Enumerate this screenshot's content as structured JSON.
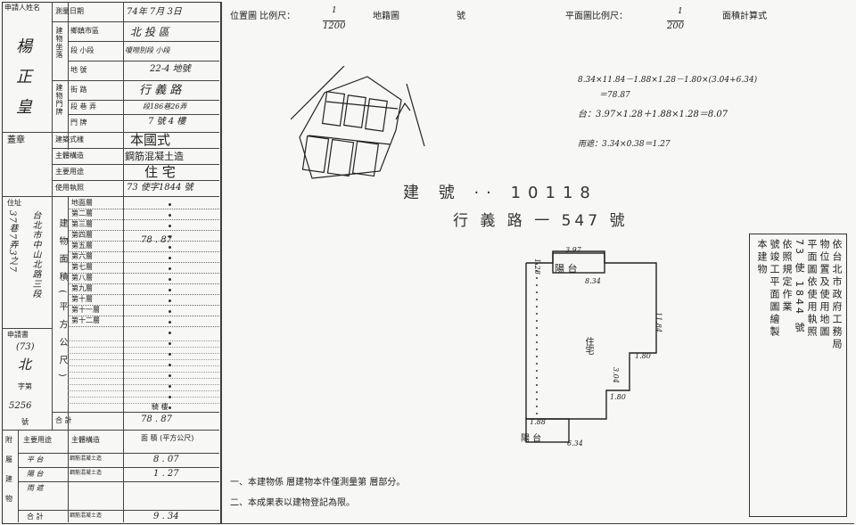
{
  "left_table": {
    "applicant": {
      "header": "申請人姓名",
      "name_chars": [
        "楊",
        "正",
        "皇"
      ],
      "seal_label": "蓋章"
    },
    "survey_date": {
      "label": "測量日期",
      "value": "74年 7月 3日"
    },
    "location": {
      "label": "建物坐落",
      "city_label": "鄉鎮市區",
      "city_value": "北 投 區",
      "section_label": "段 小段",
      "section_value": "嗄嘮別段 小段",
      "lot_label": "地 號",
      "lot_value": "22-4 地號"
    },
    "door": {
      "label": "建物門牌",
      "street_label": "街 路",
      "street_value": "行 義 路",
      "lane_label": "段 巷 弄",
      "lane_value": "段186巷26弄",
      "number_label": "門 牌",
      "number_value": "7 號 4 樓"
    },
    "building_style": {
      "label": "建築式樣",
      "value": "本國式"
    },
    "main_structure": {
      "label": "主體構造",
      "value": "鋼筋混凝土造"
    },
    "main_use": {
      "label": "主要用途",
      "value": "住 宅"
    },
    "license": {
      "label": "使用執照",
      "value": "73 使字1844 號"
    },
    "address": {
      "label": "住址",
      "lines": [
        "台北市中山北路三段",
        "37巷7弄3之7"
      ]
    },
    "floors_label": "建物面積(平方公尺)",
    "floors": [
      "地面層",
      "第二層",
      "第三層",
      "第四層",
      "第五層",
      "第六層",
      "第七層",
      "第八層",
      "第九層",
      "第十層",
      "第十一層",
      "第十二層"
    ],
    "floor4_value": "78 . 87",
    "stairs_label": "騎 樓",
    "total_label": "合 計",
    "total_value": "78 . 87",
    "apply_number": {
      "label": "申請書",
      "seq": "(73)",
      "district": "北",
      "zi": "字第",
      "num": "5256",
      "hao": "號"
    }
  },
  "annex": {
    "label_chars": [
      "附",
      "屬",
      "建",
      "物"
    ],
    "use_header": "主要用途",
    "struct_header": "主體構造",
    "area_header": "面 積 (平方公尺)",
    "rows": [
      {
        "use": "平 台",
        "structure": "鋼筋混凝土造",
        "area": "8 . 07"
      },
      {
        "use": "陽 台",
        "structure": "鋼筋混凝土造",
        "area": "1 . 27"
      },
      {
        "use": "雨 遮",
        "structure": "",
        "area": ""
      }
    ],
    "total_label": "合 計",
    "total_structure": "鋼筋混凝土造",
    "total_value": "9 . 34"
  },
  "plan": {
    "location_scale_label": "位置圖 比例尺：",
    "location_scale_num": "1",
    "location_scale_den": "1200",
    "map_label": "地籍圖",
    "map_suffix": "號",
    "floor_scale_label": "平面圖比例尺：",
    "floor_scale_num": "1",
    "floor_scale_den": "200",
    "area_calc_label": "面積計算式",
    "calc_lines": [
      "8.34×11.84－1.88×1.28－1.80×(3.04+6.34)",
      "＝78.87",
      "台：3.97×1.28＋1.88×1.28＝8.07",
      "雨遮：3.34×0.38＝1.27"
    ],
    "stamp_line1": "建 號 ·· 10118",
    "stamp_line2": "行 義 路 一 547 號",
    "room_label": "住宅",
    "balcony_label": "陽 台",
    "balcony_bottom_label": "陽 台",
    "dims": [
      "3.97",
      "8.34",
      "11.84",
      "1.28",
      "1.80",
      "1.80",
      "3.04",
      "1.88",
      "6.34"
    ]
  },
  "notes": [
    "一、本建物係 層建物本件僅測量第 層部分。",
    "二、本成果表以建物登記為限。"
  ],
  "right_note": {
    "columns": [
      "依台北市政府工務局",
      "物位置及使用地圖",
      "平面圖依使用執照",
      "73 使 1844 號",
      "依照規定作業",
      "號竣工平面圖繪製",
      "本建物"
    ]
  },
  "colors": {
    "ink": "#222222",
    "paper": "#f7f7f5"
  }
}
